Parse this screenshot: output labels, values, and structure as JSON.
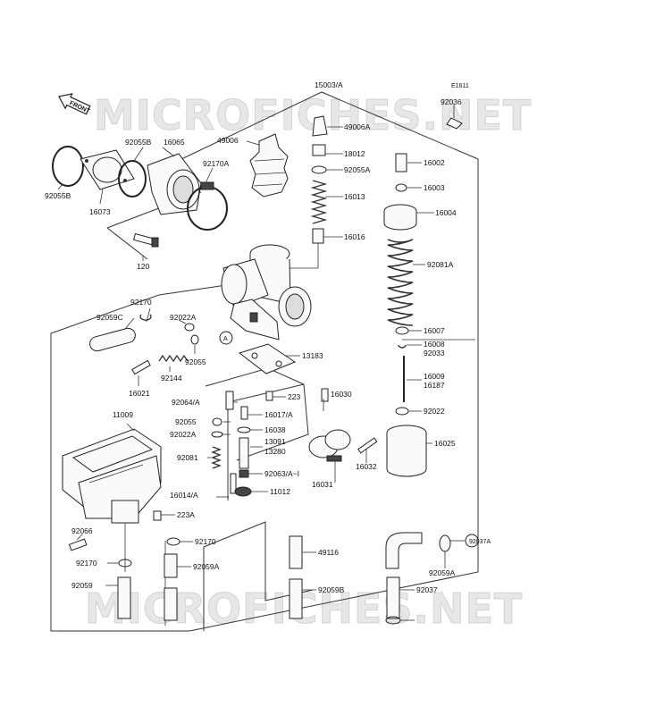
{
  "diagram": {
    "code": "E1611",
    "front_label": "FRONT",
    "watermark_top": "MICROFICHES.NET",
    "watermark_bottom": "MICROFICHES.NET",
    "labels": [
      {
        "id": "p15003A",
        "text": "15003/A"
      },
      {
        "id": "p92036",
        "text": "92036"
      },
      {
        "id": "p49006A",
        "text": "49006A"
      },
      {
        "id": "p49006",
        "text": "49006"
      },
      {
        "id": "p18012",
        "text": "18012"
      },
      {
        "id": "p92055A",
        "text": "92055A"
      },
      {
        "id": "p16013",
        "text": "16013"
      },
      {
        "id": "p16016",
        "text": "16016"
      },
      {
        "id": "p16002",
        "text": "16002"
      },
      {
        "id": "p16003",
        "text": "16003"
      },
      {
        "id": "p16004",
        "text": "16004"
      },
      {
        "id": "p92081A",
        "text": "92081A"
      },
      {
        "id": "p16007",
        "text": "16007"
      },
      {
        "id": "p16008",
        "text": "16008"
      },
      {
        "id": "p92033",
        "text": "92033"
      },
      {
        "id": "p16009",
        "text": "16009"
      },
      {
        "id": "p16187",
        "text": "16187"
      },
      {
        "id": "p92022",
        "text": "92022"
      },
      {
        "id": "p16025",
        "text": "16025"
      },
      {
        "id": "p92055B_top",
        "text": "92055B"
      },
      {
        "id": "p16065",
        "text": "16065"
      },
      {
        "id": "p92170A",
        "text": "92170A"
      },
      {
        "id": "p92055B_left",
        "text": "92055B"
      },
      {
        "id": "p16073",
        "text": "16073"
      },
      {
        "id": "p120",
        "text": "120"
      },
      {
        "id": "p92170",
        "text": "92170"
      },
      {
        "id": "p92059C",
        "text": "92059C"
      },
      {
        "id": "p92022A",
        "text": "92022A"
      },
      {
        "id": "pA1",
        "text": "A"
      },
      {
        "id": "p92055",
        "text": "92055"
      },
      {
        "id": "p92144",
        "text": "92144"
      },
      {
        "id": "p13183",
        "text": "13183"
      },
      {
        "id": "p16021",
        "text": "16021"
      },
      {
        "id": "p92064A",
        "text": "92064/A"
      },
      {
        "id": "p223",
        "text": "223"
      },
      {
        "id": "p16030",
        "text": "16030"
      },
      {
        "id": "p11009",
        "text": "11009"
      },
      {
        "id": "p16017A",
        "text": "16017/A"
      },
      {
        "id": "p92055_b",
        "text": "92055"
      },
      {
        "id": "p16038",
        "text": "16038"
      },
      {
        "id": "p92022A_b",
        "text": "92022A"
      },
      {
        "id": "p13091",
        "text": "13091"
      },
      {
        "id": "p13280",
        "text": "13280"
      },
      {
        "id": "p92081",
        "text": "92081"
      },
      {
        "id": "p92063A",
        "text": "92063/A~I"
      },
      {
        "id": "p16032",
        "text": "16032"
      },
      {
        "id": "p16031",
        "text": "16031"
      },
      {
        "id": "p16014A",
        "text": "16014/A"
      },
      {
        "id": "p11012",
        "text": "11012"
      },
      {
        "id": "p223A",
        "text": "223A"
      },
      {
        "id": "p92066",
        "text": "92066"
      },
      {
        "id": "p92170_b",
        "text": "92170"
      },
      {
        "id": "p92170_c",
        "text": "92170"
      },
      {
        "id": "p49116",
        "text": "49116"
      },
      {
        "id": "pA2",
        "text": "A"
      },
      {
        "id": "p92037A",
        "text": "92037A"
      },
      {
        "id": "p92059A_a",
        "text": "92059A"
      },
      {
        "id": "p92059A_b",
        "text": "92059A"
      },
      {
        "id": "p92059",
        "text": "92059"
      },
      {
        "id": "p92059B",
        "text": "92059B"
      },
      {
        "id": "p92037",
        "text": "92037"
      }
    ]
  }
}
